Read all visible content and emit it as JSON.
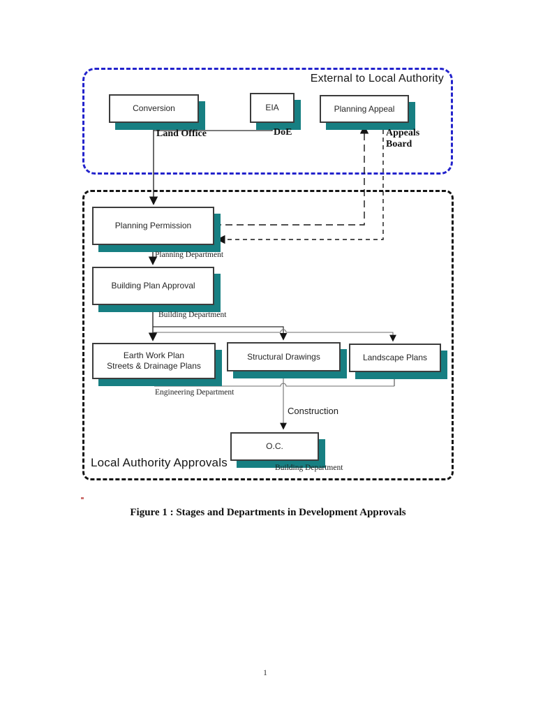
{
  "figure": {
    "caption": "Figure 1 : Stages and Departments in Development Approvals",
    "page_number": "1"
  },
  "external": {
    "title": "External to Local Authority",
    "conversion": {
      "label": "Conversion",
      "agency": "Land Office"
    },
    "eia": {
      "label": "EIA",
      "agency": "DoE"
    },
    "planning_appeal": {
      "label": "Planning Appeal",
      "agency_line1": "Appeals",
      "agency_line2": "Board"
    }
  },
  "local": {
    "title": "Local Authority Approvals",
    "planning_permission": {
      "label": "Planning Permission",
      "department": "Planning Department"
    },
    "building_plan_approval": {
      "label": "Building Plan Approval",
      "department": "Building Department"
    },
    "earth_work": {
      "label_line1": "Earth Work Plan",
      "label_line2": "Streets & Drainage Plans"
    },
    "structural_drawings": {
      "label": "Structural Drawings"
    },
    "landscape_plans": {
      "label": "Landscape Plans"
    },
    "engineering_department": "Engineering Department",
    "construction": "Construction",
    "oc": {
      "label": "O.C.",
      "department": "Building Department"
    }
  },
  "colors": {
    "box_shadow_teal": "#177F82",
    "external_border_blue": "#2323CC",
    "local_border_black": "#141414"
  }
}
